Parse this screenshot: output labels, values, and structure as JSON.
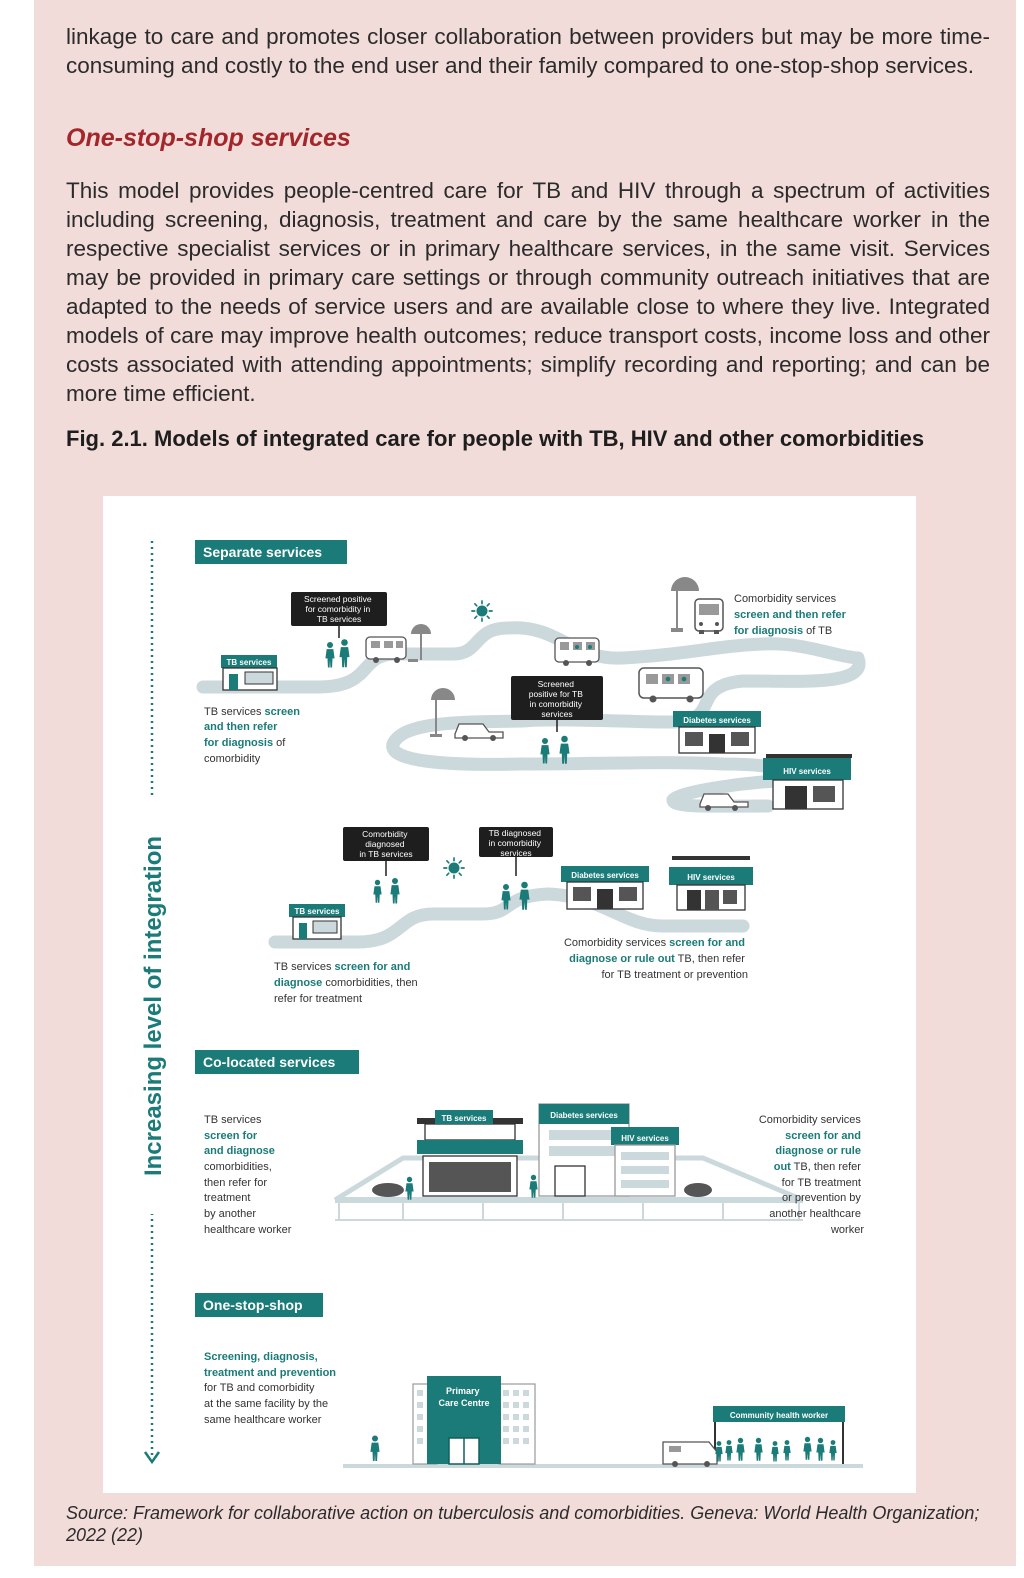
{
  "intro_text": "linkage to care and promotes closer collaboration between providers but may be more time-consuming and costly to the end user and their family compared to one-stop-shop services.",
  "section_heading": "One-stop-shop services",
  "body_text": "This model provides people-centred care for TB and HIV through a spectrum of activities including screening, diagnosis, treatment and care by the same healthcare worker in the respective specialist services or in primary healthcare services, in the same visit. Services may be provided in primary care settings or through community outreach initiatives that are adapted to the needs of service users and are available close to where they live. Integrated models of care may improve health outcomes; reduce transport costs, income loss and other costs associated with attending appointments; simplify recording and reporting; and can be more time efficient.",
  "figure_title": "Fig. 2.1. Models of integrated care for people with TB, HIV and other comorbidities",
  "figure": {
    "axis_label": "Increasing level of integration",
    "sections": {
      "separate": "Separate services",
      "colocated": "Co-located services",
      "onestop": "One-stop-shop"
    },
    "facilities": {
      "tb": "TB services",
      "diabetes": "Diabetes services",
      "hiv": "HIV services",
      "primary_1": "Primary",
      "primary_2": "Care Centre",
      "chw": "Community health worker"
    },
    "callouts": {
      "c1": [
        "Screened positive",
        "for comorbidity in",
        "TB services"
      ],
      "c2": [
        "Screened",
        "positive for TB",
        "in comorbidity",
        "services"
      ],
      "c3": [
        "Comorbidity",
        "diagnosed",
        "in TB services"
      ],
      "c4": [
        "TB diagnosed",
        "in comorbidity",
        "services"
      ]
    },
    "captions": {
      "sep1_tb": [
        {
          "t": "TB services ",
          "b": "screen"
        },
        {
          "b": "and then refer"
        },
        {
          "b": "for diagnosis",
          "t": " of"
        },
        {
          "t": "comorbidity"
        }
      ],
      "sep1_com": [
        {
          "t": "Comorbidity services"
        },
        {
          "b": "screen and then refer"
        },
        {
          "b": "for diagnosis",
          "t": " of TB"
        }
      ],
      "sep2_tb": [
        {
          "t": "TB services ",
          "b": "screen for and"
        },
        {
          "b": "diagnose",
          "t": " comorbidities, then"
        },
        {
          "t": "refer for treatment"
        }
      ],
      "sep2_com": [
        {
          "t": "Comorbidity services ",
          "b": "screen for and"
        },
        {
          "b": "diagnose or rule out",
          "t": " TB, then refer"
        },
        {
          "t": "for TB treatment or prevention"
        }
      ],
      "co_tb": [
        {
          "t": "TB services"
        },
        {
          "b": "screen for"
        },
        {
          "b": "and diagnose"
        },
        {
          "t": "comorbidities,"
        },
        {
          "t": "then refer for"
        },
        {
          "t": "treatment"
        },
        {
          "t": "by another"
        },
        {
          "t": "healthcare worker"
        }
      ],
      "co_com": [
        {
          "t": "Comorbidity services"
        },
        {
          "b": "screen for and"
        },
        {
          "b": "diagnose or rule"
        },
        {
          "b": "out",
          "t": " TB, then refer"
        },
        {
          "t": "for TB treatment"
        },
        {
          "t": "or prevention by"
        },
        {
          "t": "another healthcare"
        },
        {
          "t": "worker"
        }
      ],
      "one": [
        {
          "b": "Screening, diagnosis,"
        },
        {
          "b": "treatment and prevention"
        },
        {
          "t": "for TB and comorbidity"
        },
        {
          "t": "at the same facility by the"
        },
        {
          "t": "same healthcare worker"
        }
      ]
    }
  },
  "source_text": "Source: Framework for collaborative action on tuberculosis and comorbidities. Geneva: World Health Organization; 2022 (22)",
  "colors": {
    "background_panel": "#f2dcda",
    "heading_red": "#a3262a",
    "teal": "#1a7b78",
    "dark_teal": "#0f5f5c",
    "road": "#ccd9dc",
    "dark": "#333333"
  }
}
